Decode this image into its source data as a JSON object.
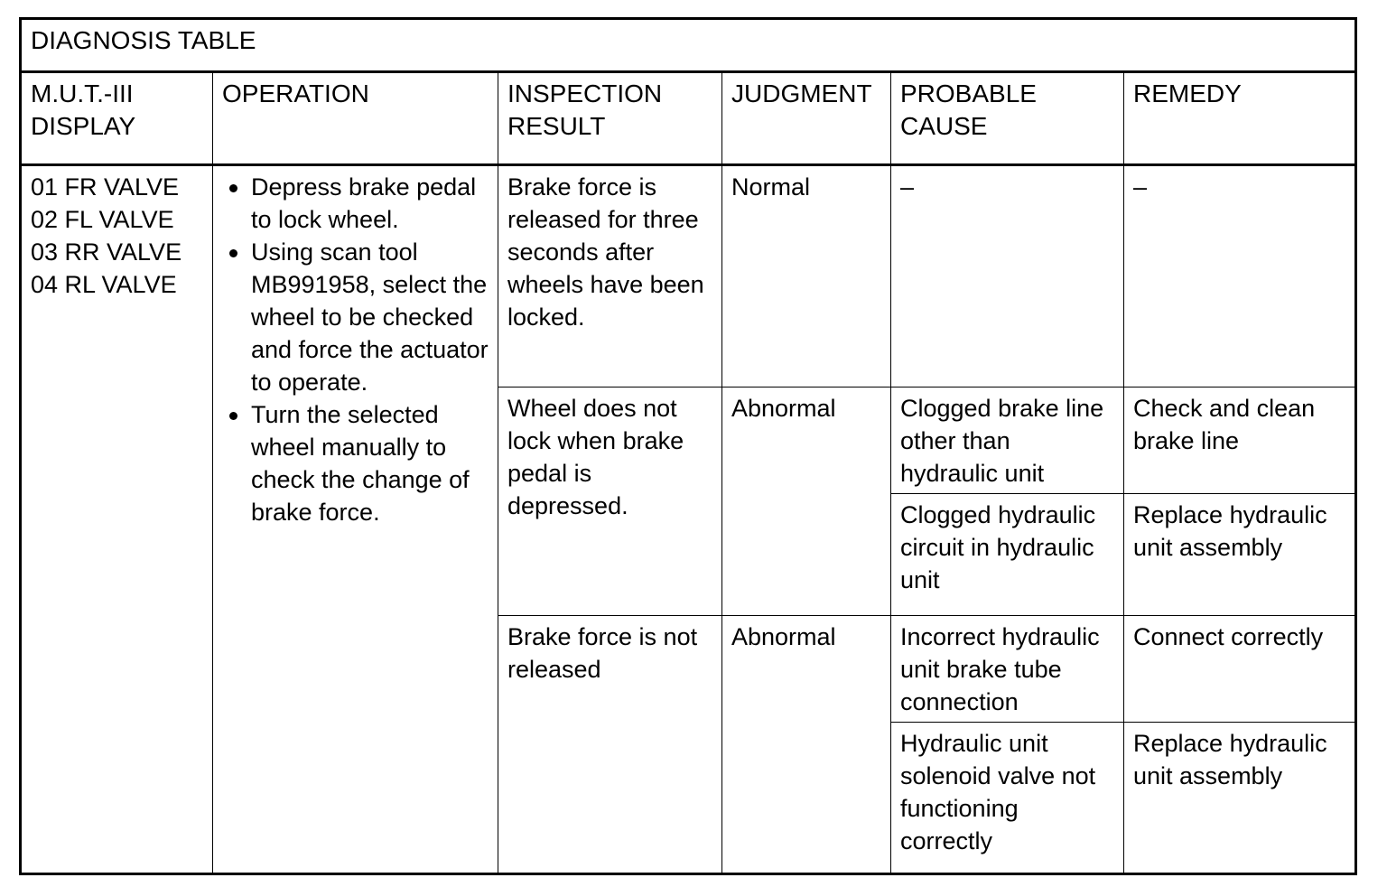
{
  "document": {
    "title": "DIAGNOSIS TABLE"
  },
  "table": {
    "headers": {
      "display": "M.U.T.-III\nDISPLAY",
      "operation": "OPERATION",
      "inspection_result": "INSPECTION\nRESULT",
      "judgment": "JUDGMENT",
      "probable_cause": "PROBABLE\nCAUSE",
      "remedy": "REMEDY"
    },
    "mut_display": {
      "items": [
        "01 FR VALVE",
        "02 FL VALVE",
        "03 RR VALVE",
        "04 RL VALVE"
      ]
    },
    "operation": {
      "bullets": [
        "Depress brake pedal to lock wheel.",
        "Using scan tool MB991958, select the wheel to be checked and force the actuator to operate.",
        "Turn the selected wheel manually to check the change of brake force."
      ]
    },
    "rows": [
      {
        "inspection_result": "Brake force is released for three seconds after wheels have been locked.",
        "judgment": "Normal",
        "probable_cause": "–",
        "remedy": "–"
      },
      {
        "inspection_result": "Wheel does not lock when brake pedal is depressed.",
        "judgment": "Abnormal",
        "causes": [
          {
            "probable_cause": "Clogged brake line other than hydraulic unit",
            "remedy": "Check and clean brake line"
          },
          {
            "probable_cause": "Clogged hydraulic circuit in hydraulic unit",
            "remedy": "Replace hydraulic unit assembly"
          }
        ]
      },
      {
        "inspection_result": "Brake force is not released",
        "judgment": "Abnormal",
        "causes": [
          {
            "probable_cause": "Incorrect hydraulic unit brake tube connection",
            "remedy": "Connect correctly"
          },
          {
            "probable_cause": "Hydraulic unit solenoid valve not functioning correctly",
            "remedy": "Replace hydraulic unit assembly"
          }
        ]
      }
    ]
  },
  "colors": {
    "border": "#000000",
    "text": "#000000",
    "background": "#ffffff"
  }
}
